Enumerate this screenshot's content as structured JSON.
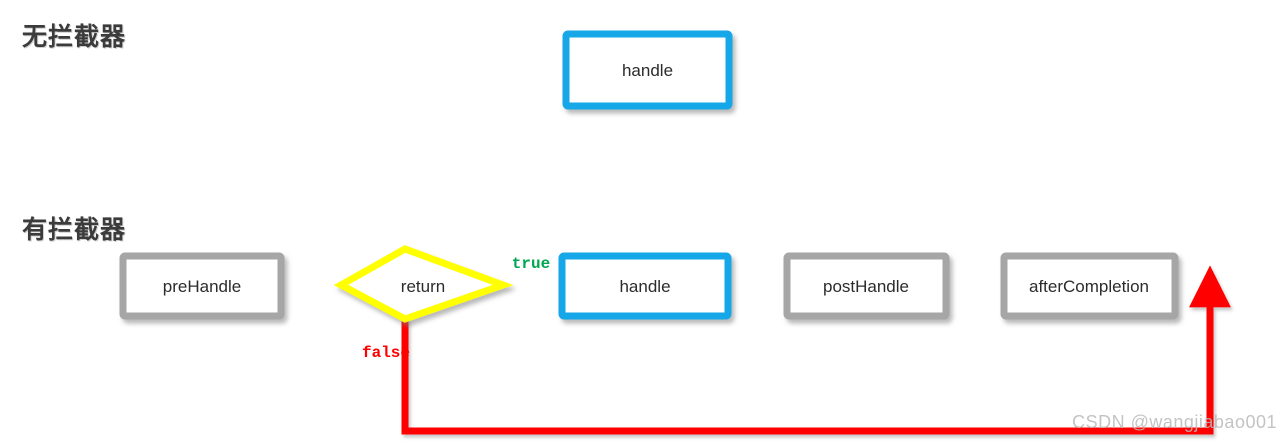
{
  "sections": [
    {
      "id": "no-interceptor",
      "title": "无拦截器",
      "nodes": [
        {
          "id": "handle-plain",
          "label": "handle",
          "shape": "rect",
          "border_color": "#16a7e8"
        }
      ],
      "edges": [
        {
          "id": "entry-to-handle",
          "label": "",
          "color": "#00a651"
        },
        {
          "id": "handle-to-exit",
          "label": "",
          "color": "#00a651"
        }
      ]
    },
    {
      "id": "with-interceptor",
      "title": "有拦截器",
      "nodes": [
        {
          "id": "pre-handle",
          "label": "preHandle",
          "shape": "rect",
          "border_color": "#a6a6a6"
        },
        {
          "id": "return-decision",
          "label": "return",
          "shape": "diamond",
          "border_color": "#ffff00"
        },
        {
          "id": "handle",
          "label": "handle",
          "shape": "rect",
          "border_color": "#16a7e8"
        },
        {
          "id": "post-handle",
          "label": "postHandle",
          "shape": "rect",
          "border_color": "#a6a6a6"
        },
        {
          "id": "after-completion",
          "label": "afterCompletion",
          "shape": "rect",
          "border_color": "#a6a6a6"
        }
      ],
      "edges": [
        {
          "id": "entry-to-prehandle",
          "label": "",
          "color": "#00a651"
        },
        {
          "id": "prehandle-to-return",
          "label": "",
          "color": "#00a651"
        },
        {
          "id": "return-to-handle",
          "label": "true",
          "color": "#00a651"
        },
        {
          "id": "handle-to-posthandle",
          "label": "",
          "color": "#00a651"
        },
        {
          "id": "posthandle-to-aftercompletion",
          "label": "",
          "color": "#00a651"
        },
        {
          "id": "aftercompletion-to-exit",
          "label": "",
          "color": "#00a651"
        },
        {
          "id": "return-false-bypass",
          "label": "false",
          "color": "#ff0000"
        }
      ]
    }
  ],
  "colors": {
    "flow_green": "#00a651",
    "handle_blue": "#16a7e8",
    "node_gray": "#a6a6a6",
    "decision_yellow": "#ffff00",
    "false_red": "#ff0000",
    "title_text": "#3b3b3b",
    "background": "#ffffff"
  },
  "watermark": {
    "text": "CSDN @wangjiabao001"
  }
}
